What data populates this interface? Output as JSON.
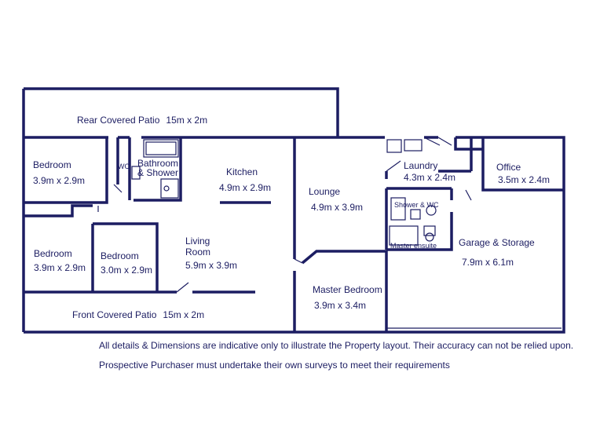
{
  "rooms": {
    "rear_patio": {
      "name": "Rear Covered Patio",
      "dims": "15m x 2m"
    },
    "bedroom1": {
      "name": "Bedroom",
      "dims": "3.9m x 2.9m"
    },
    "wc": {
      "name": "WC"
    },
    "bathroom": {
      "line1": "Bathroom",
      "line2": "& Shower"
    },
    "kitchen": {
      "name": "Kitchen",
      "dims": "4.9m x 2.9m"
    },
    "lounge": {
      "name": "Lounge",
      "dims": "4.9m x 3.9m"
    },
    "laundry": {
      "name": "Laundry",
      "dims": "4.3m x 2.4m"
    },
    "office": {
      "name": "Office",
      "dims": "3.5m x 2.4m"
    },
    "shower_wc": {
      "name": "Shower & WC"
    },
    "master_ensuite": {
      "name": "Master ensuite"
    },
    "garage": {
      "name": "Garage & Storage",
      "dims": "7.9m x 6.1m"
    },
    "bedroom2": {
      "name": "Bedroom",
      "dims": "3.9m x 2.9m"
    },
    "bedroom3": {
      "name": "Bedroom",
      "dims": "3.0m x 2.9m"
    },
    "living": {
      "line1": "Living",
      "line2": "Room",
      "dims": "5.9m x 3.9m"
    },
    "master_bedroom": {
      "name": "Master Bedroom",
      "dims": "3.9m x 3.4m"
    },
    "front_patio": {
      "name": "Front Covered Patio",
      "dims": "15m x 2m"
    }
  },
  "disclaimer": {
    "line1": "All details & Dimensions are indicative only to illustrate the Property layout. Their accuracy can not be relied upon.",
    "line2": "Prospective Purchaser must undertake their own surveys to meet their requirements"
  }
}
